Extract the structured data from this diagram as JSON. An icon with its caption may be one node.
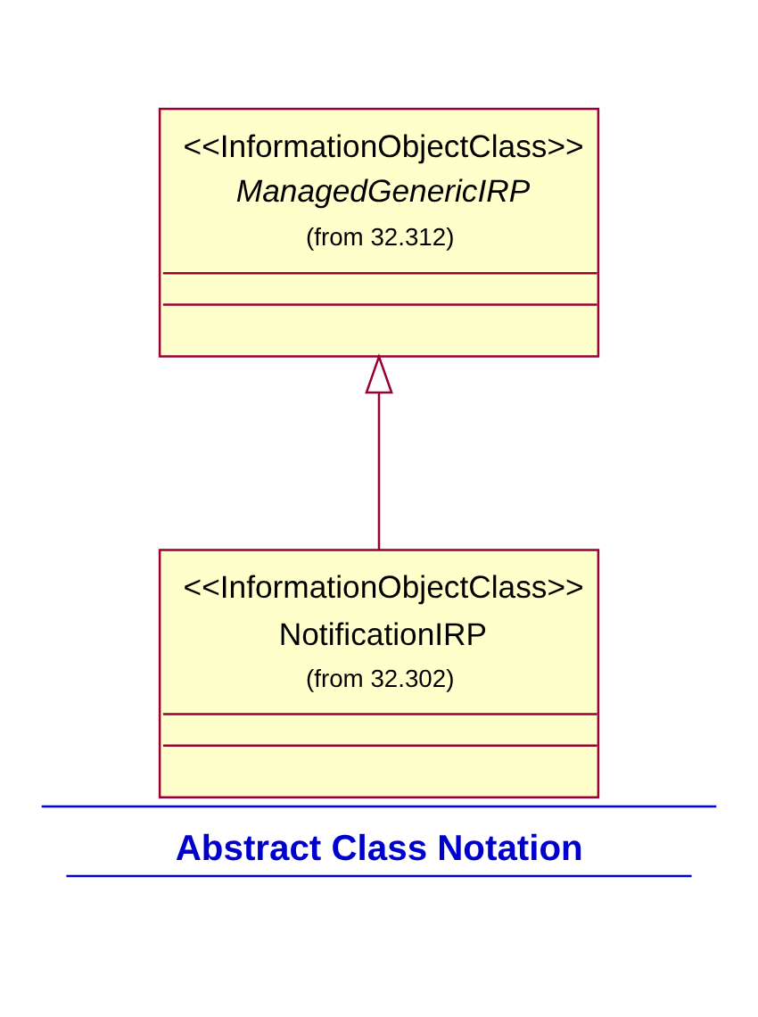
{
  "diagram": {
    "caption": "Abstract Class Notation",
    "nodes": [
      {
        "text": [
          "<<InformationObjectClass>>",
          "ManagedGenericIRP",
          "(from 32.312)"
        ]
      },
      {
        "text": [
          "<<InformationObjectClass>>",
          "NotificationIRP",
          "(from 32.302)"
        ]
      }
    ],
    "edges": [
      {
        "from": 1,
        "to": 0,
        "arrow": "to"
      }
    ]
  }
}
